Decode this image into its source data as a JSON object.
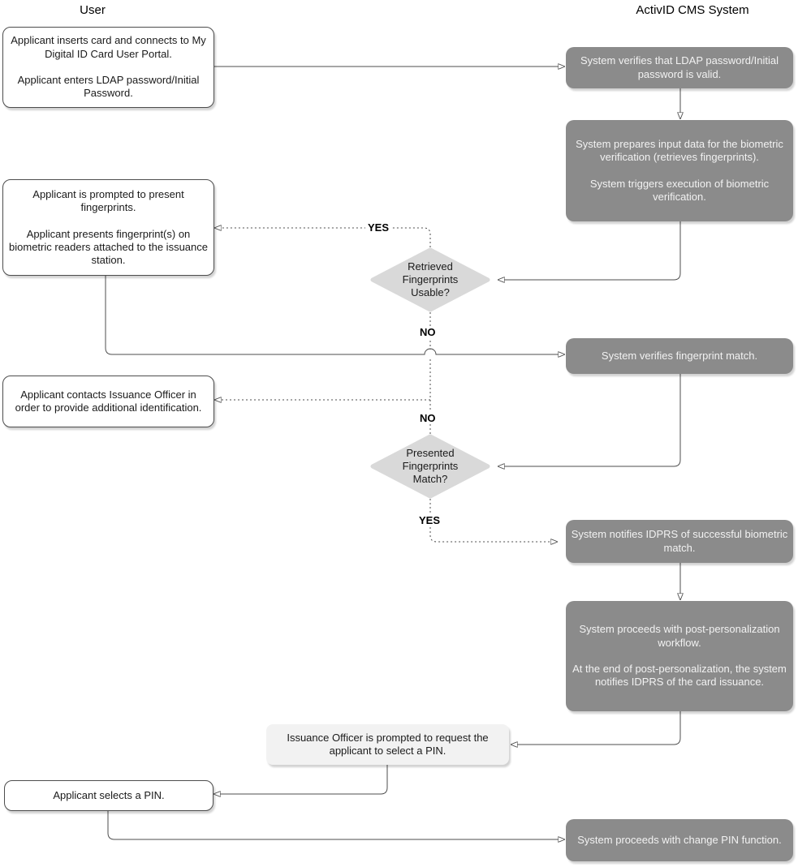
{
  "lanes": {
    "left": "User",
    "right": "ActivID CMS System"
  },
  "nodes": {
    "u1": {
      "text": "Applicant inserts card and connects to My Digital ID Card User Portal.\n\nApplicant enters LDAP password/Initial Password."
    },
    "u2": {
      "text": "Applicant is prompted to present fingerprints.\n\nApplicant presents fingerprint(s) on biometric readers attached to the issuance station."
    },
    "u3": {
      "text": "Applicant contacts Issuance Officer in order to provide additional identification."
    },
    "u4": {
      "text": "Applicant selects a PIN."
    },
    "note": {
      "text": "Issuance Officer is prompted to request the applicant to select a PIN."
    },
    "s1": {
      "text": "System verifies that LDAP password/Initial password is valid."
    },
    "s2": {
      "text": "System prepares input data for the biometric verification (retrieves fingerprints).\n\nSystem triggers execution of biometric verification."
    },
    "s3": {
      "text": "System verifies fingerprint match."
    },
    "s4": {
      "text": "System notifies IDPRS of successful biometric match."
    },
    "s5": {
      "text": "System proceeds with post-personalization workflow.\n\nAt the end of post-personalization, the system notifies IDPRS of the card issuance."
    },
    "s6": {
      "text": "System proceeds with change PIN function."
    },
    "d1": {
      "text": "Retrieved\nFingerprints\nUsable?"
    },
    "d2": {
      "text": "Presented\nFingerprints\nMatch?"
    }
  },
  "labels": {
    "d1_yes": "YES",
    "d1_no": "NO",
    "d2_no": "NO",
    "d2_yes": "YES"
  },
  "colors": {
    "system_box_fill": "#8b8b8b",
    "system_box_text": "#f2f2f2",
    "user_box_fill": "#ffffff",
    "user_box_border": "#4d4d4d",
    "user_box_text": "#1a1a1a",
    "note_box_fill": "#f2f2f2",
    "decision_fill": "#d9d9d9",
    "decision_text": "#1a1a1a",
    "connector": "#4d4d4d",
    "label_text": "#000000"
  }
}
